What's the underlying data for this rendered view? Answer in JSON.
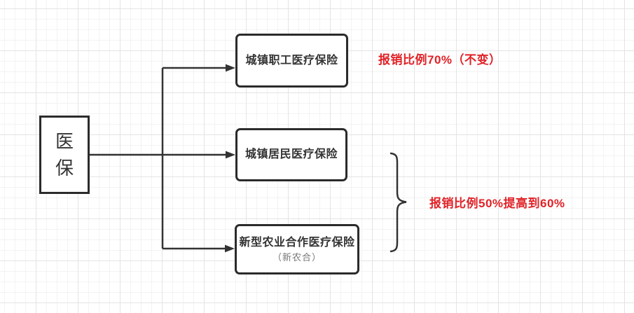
{
  "diagram": {
    "root": {
      "label": "医保"
    },
    "nodes": [
      {
        "label": "城镇职工医疗保险"
      },
      {
        "label": "城镇居民医疗保险"
      },
      {
        "label": "新型农业合作医疗保险",
        "sublabel": "（新农合）"
      }
    ],
    "annotations": [
      {
        "text": "报销比例70%（不变）"
      },
      {
        "text": "报销比例50%提高到60%"
      }
    ],
    "colors": {
      "connector_line": "#333333",
      "box_border": "#2b2b2b",
      "box_text": "#333333",
      "sub_text": "#777777",
      "annotation_red": "#e02227",
      "grid_minor": "#f3f3f3",
      "grid_major": "#e4e4e4",
      "background": "#ffffff"
    }
  }
}
